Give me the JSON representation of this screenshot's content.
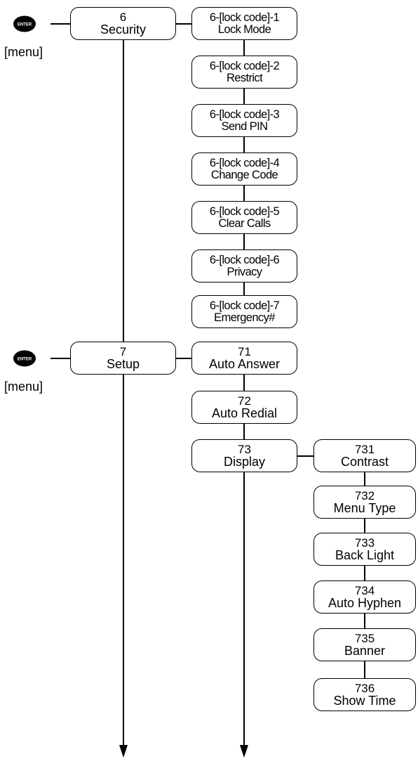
{
  "enter_label": "ENTER",
  "menu_label": "[menu]",
  "security": {
    "number": "6",
    "label": "Security"
  },
  "setup": {
    "number": "7",
    "label": "Setup"
  },
  "security_items": [
    {
      "number": "6-[lock code]-1",
      "label": "Lock Mode"
    },
    {
      "number": "6-[lock code]-2",
      "label": "Restrict"
    },
    {
      "number": "6-[lock code]-3",
      "label": "Send PIN"
    },
    {
      "number": "6-[lock code]-4",
      "label": "Change Code"
    },
    {
      "number": "6-[lock code]-5",
      "label": "Clear Calls"
    },
    {
      "number": "6-[lock code]-6",
      "label": "Privacy"
    },
    {
      "number": "6-[lock code]-7",
      "label": "Emergency#"
    }
  ],
  "setup_items": [
    {
      "number": "71",
      "label": "Auto Answer"
    },
    {
      "number": "72",
      "label": "Auto Redial"
    },
    {
      "number": "73",
      "label": "Display"
    }
  ],
  "display_items": [
    {
      "number": "731",
      "label": "Contrast"
    },
    {
      "number": "732",
      "label": "Menu Type"
    },
    {
      "number": "733",
      "label": "Back Light"
    },
    {
      "number": "734",
      "label": "Auto Hyphen"
    },
    {
      "number": "735",
      "label": "Banner"
    },
    {
      "number": "736",
      "label": "Show Time"
    }
  ]
}
